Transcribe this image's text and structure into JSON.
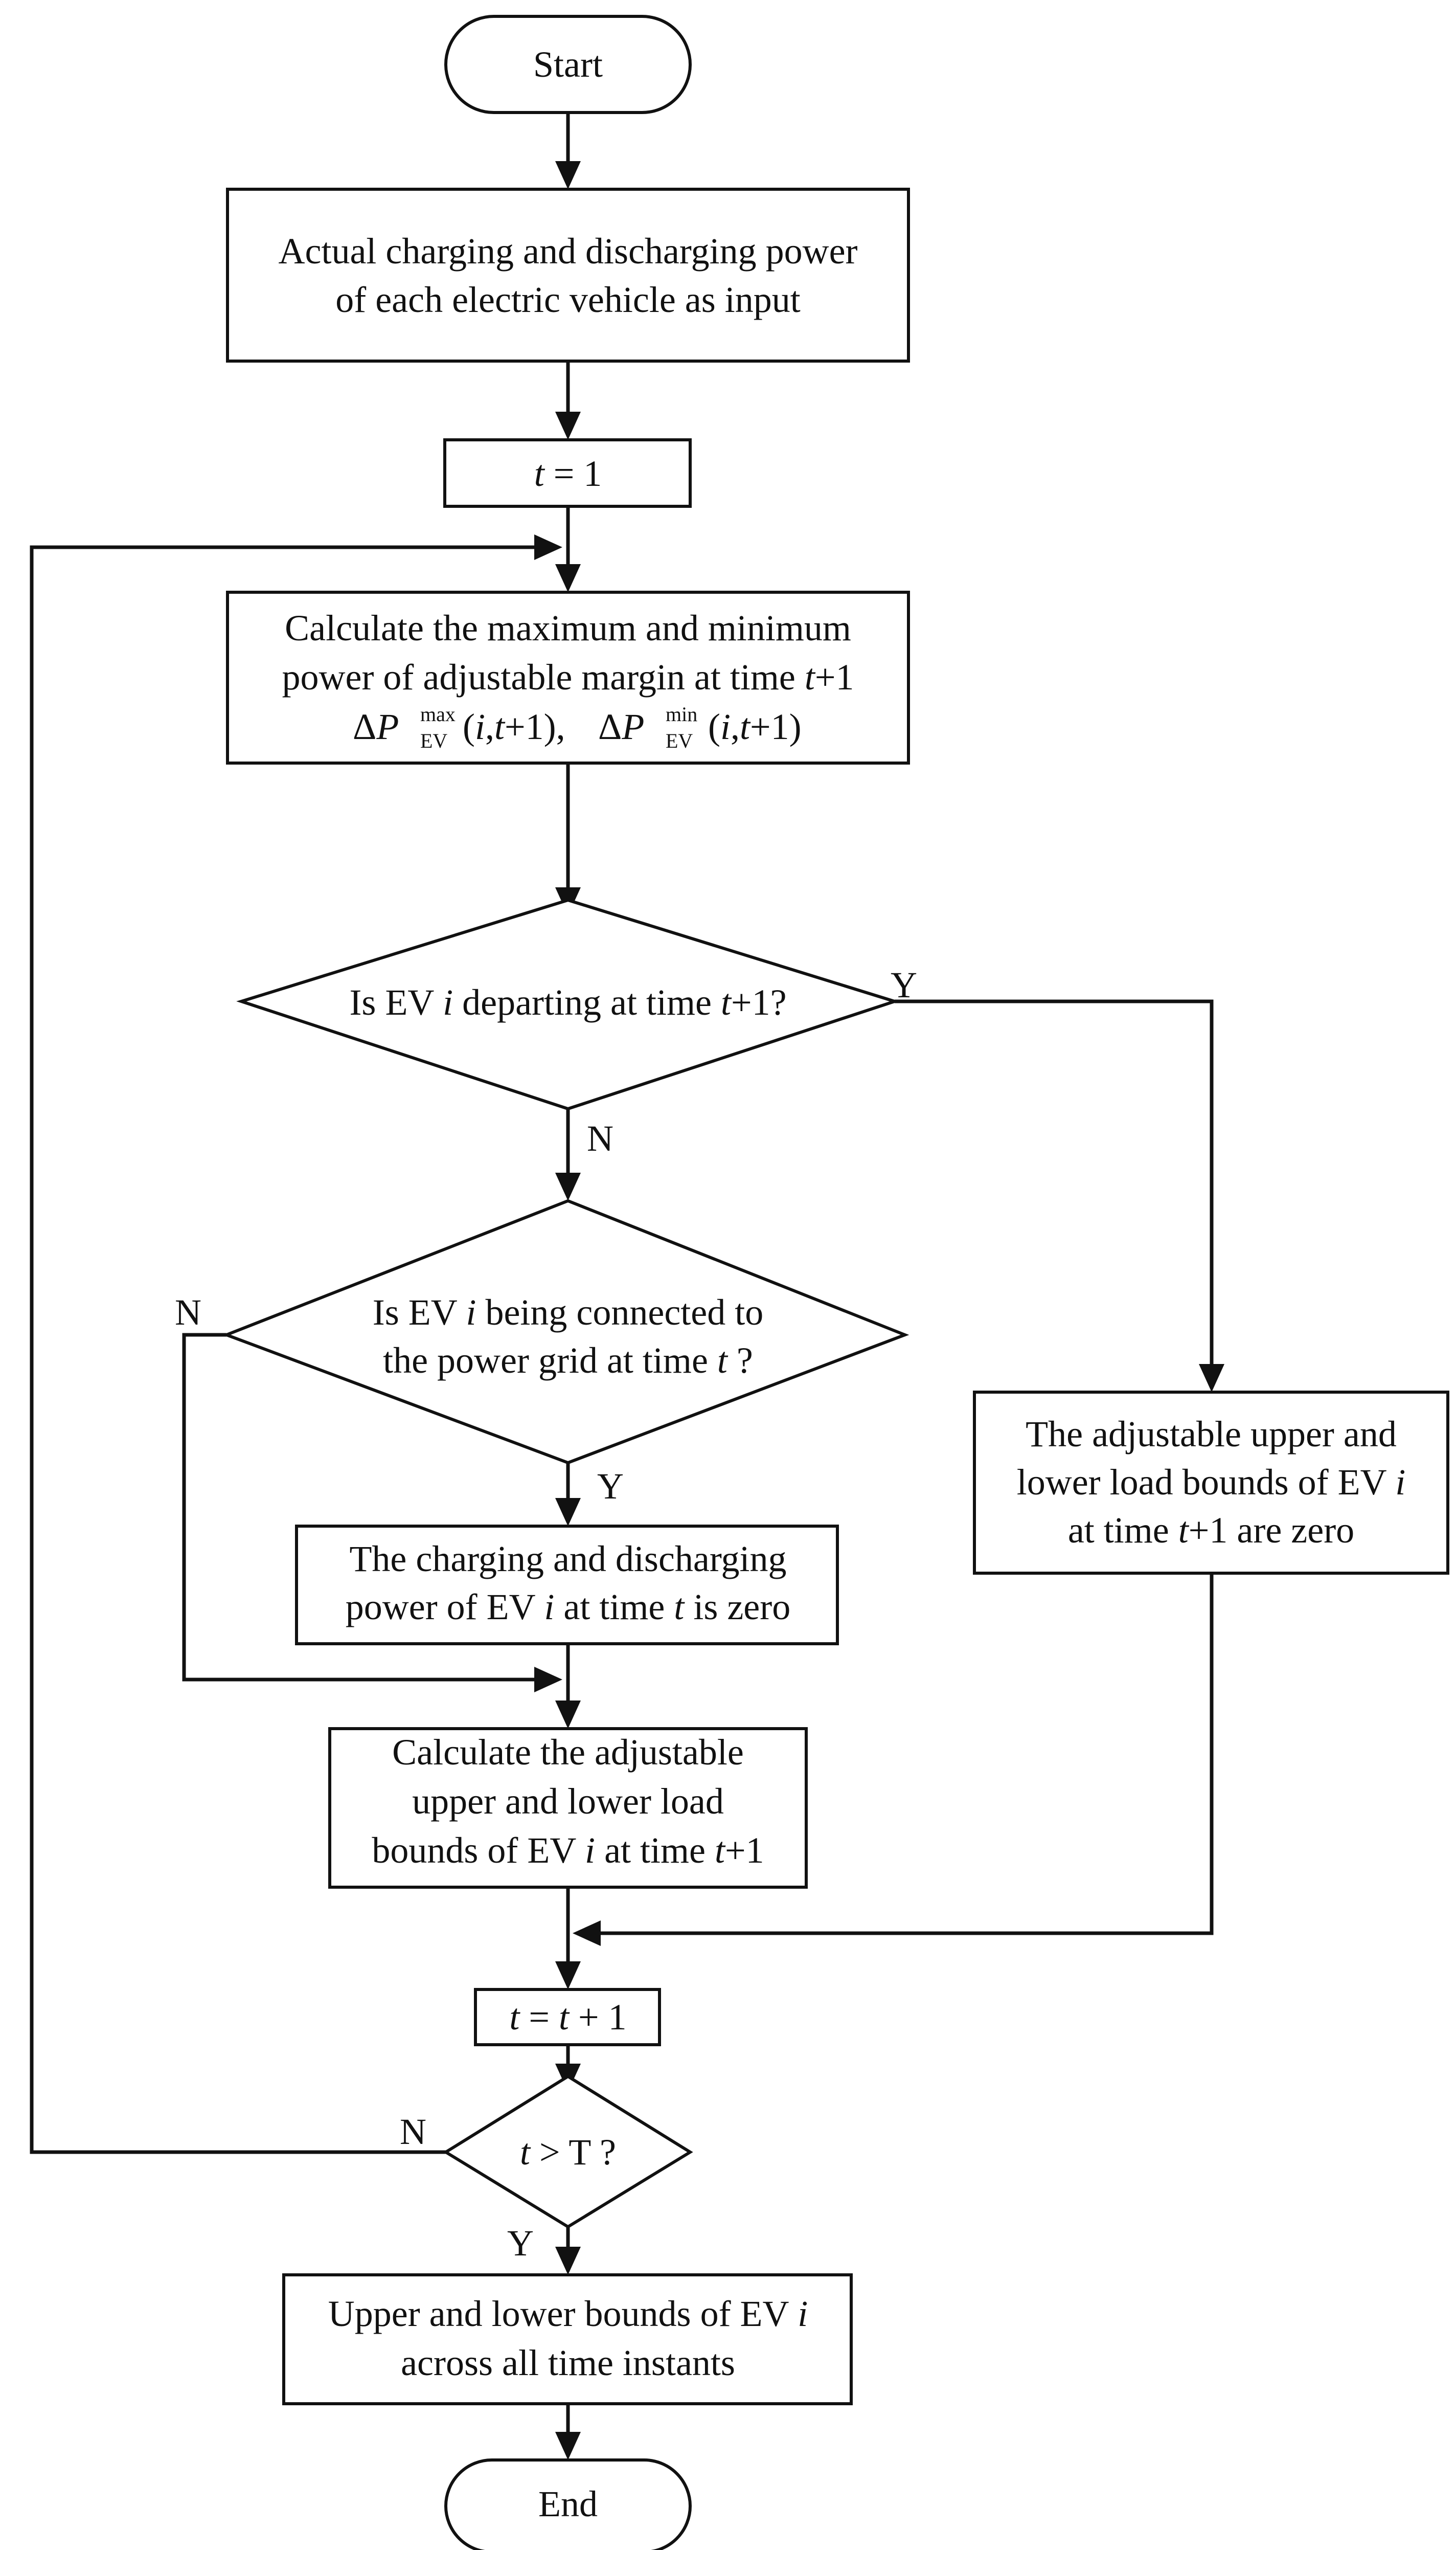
{
  "start": {
    "label": "Start"
  },
  "input": {
    "line1": "Actual charging and discharging power",
    "line2": "of each electric vehicle as input"
  },
  "init": {
    "var": "t",
    "rest": " = 1"
  },
  "calc_margin": {
    "line1": "Calculate the maximum and minimum",
    "line2_a": "power of adjustable margin at time ",
    "line2_var": "t",
    "line2_b": "+1",
    "delta": "Δ",
    "p": "P",
    "sub": "EV",
    "sup_max": "max",
    "sup_min": "min",
    "paren_open": "(",
    "i": "i",
    "comma": ",",
    "t": "t",
    "plus1": "+1)",
    "sep": ", "
  },
  "departing": {
    "text_a": "Is EV ",
    "var_i": "i",
    "text_b": " departing at time ",
    "var_t": "t",
    "text_c": "+1?",
    "yes": "Y",
    "no": "N"
  },
  "connected": {
    "line1_a": "Is EV ",
    "line1_var": "i",
    "line1_b": "  being connected to",
    "line2_a": "the power grid at time ",
    "line2_var": "t",
    "line2_b": " ?",
    "yes": "Y",
    "no": "N"
  },
  "zero_power": {
    "line1": "The charging and discharging",
    "line2_a": "power of EV ",
    "line2_var_i": "i",
    "line2_b": " at time ",
    "line2_var_t": "t",
    "line2_c": " is zero"
  },
  "bounds_zero": {
    "line1": "The adjustable upper and",
    "line2_a": "lower load bounds  of  EV ",
    "line2_var": "i",
    "line3_a": "at time ",
    "line3_var": "t",
    "line3_b": "+1 are zero"
  },
  "calc_bounds": {
    "line1": "Calculate the adjustable",
    "line2": "upper and lower load",
    "line3_a": "bounds of EV ",
    "line3_var_i": "i",
    "line3_b": " at time ",
    "line3_var_t": "t",
    "line3_c": "+1"
  },
  "increment": {
    "var_a": "t",
    "mid": " = ",
    "var_b": "t",
    "rest": " + 1"
  },
  "check": {
    "var": "t",
    "rest": " > T ?",
    "yes": "Y",
    "no": "N"
  },
  "output": {
    "line1_a": "Upper and lower bounds of EV ",
    "line1_var": "i",
    "line2": "across all time instants"
  },
  "end": {
    "label": "End"
  }
}
